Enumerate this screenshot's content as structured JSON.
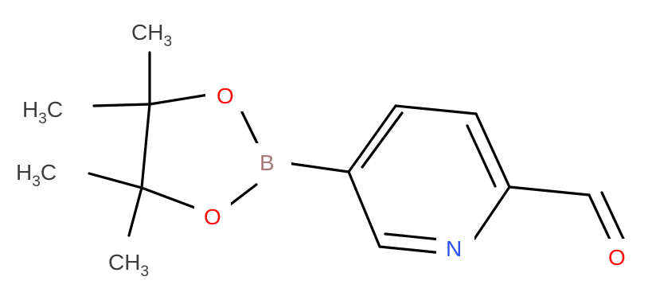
{
  "atoms": {
    "ch3_top": {
      "main": "CH",
      "sub": "3"
    },
    "h3c_upper": {
      "main": "H",
      "sub": "3",
      "tail": "C"
    },
    "h3c_lower": {
      "main": "H",
      "sub": "3",
      "tail": "C"
    },
    "ch3_bottom": {
      "main": "CH",
      "sub": "3"
    },
    "o_upper": "O",
    "o_lower": "O",
    "boron": "B",
    "nitrogen": "N",
    "o_aldehyde": "O"
  },
  "colors": {
    "carbon": "#3d3d3d",
    "oxygen": "#ff0d0d",
    "boron": "#a87878",
    "nitrogen": "#3050f8",
    "bond": "#000000"
  }
}
